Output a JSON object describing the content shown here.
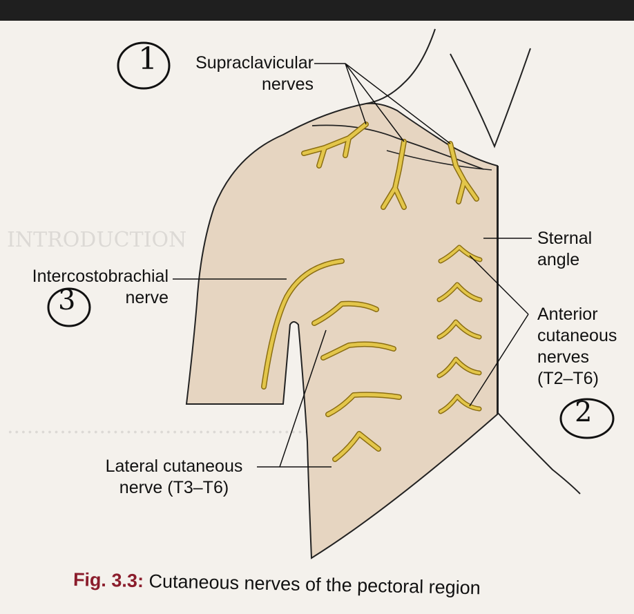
{
  "labels": {
    "supraclavicular": [
      "Supraclavicular",
      "nerves"
    ],
    "sternal": [
      "Sternal",
      "angle"
    ],
    "intercostobrachial": [
      "Intercostobrachial",
      "nerve"
    ],
    "anterior": [
      "Anterior",
      "cutaneous",
      "nerves",
      "(T2–T6)"
    ],
    "lateral": [
      "Lateral cutaneous",
      "nerve (T3–T6)"
    ]
  },
  "handwritten": {
    "one": "1",
    "two": "2",
    "three": "3"
  },
  "caption": {
    "number": "Fig. 3.3:",
    "text": "Cutaneous nerves of the pectoral region"
  },
  "colors": {
    "skin": "#e6d5c1",
    "nerve": "#e3c64a",
    "nerve_edge": "#8a6d12",
    "paper": "#f4f1ec",
    "caption_accent": "#8b1d2c"
  }
}
